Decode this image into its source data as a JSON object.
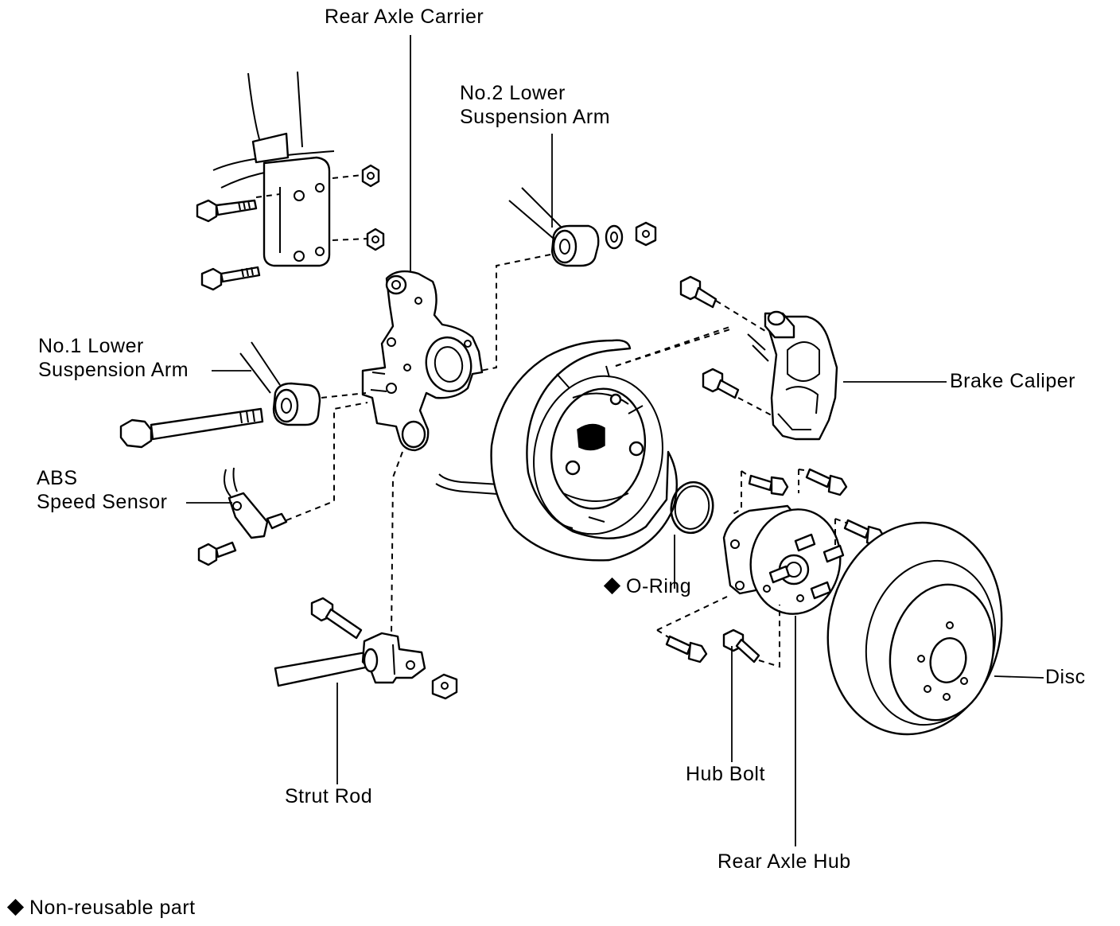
{
  "labels": {
    "rear_axle_carrier": "Rear Axle Carrier",
    "no2_lower_arm_line1": "No.2 Lower",
    "no2_lower_arm_line2": "Suspension Arm",
    "no1_lower_arm_line1": "No.1 Lower",
    "no1_lower_arm_line2": "Suspension Arm",
    "abs_line1": "ABS",
    "abs_line2": "Speed Sensor",
    "brake_caliper": "Brake Caliper",
    "o_ring": "O-Ring",
    "disc": "Disc",
    "hub_bolt": "Hub Bolt",
    "rear_axle_hub": "Rear Axle Hub",
    "strut_rod": "Strut Rod"
  },
  "legend": {
    "text": "Non-reusable part",
    "icon": "diamond-icon"
  }
}
